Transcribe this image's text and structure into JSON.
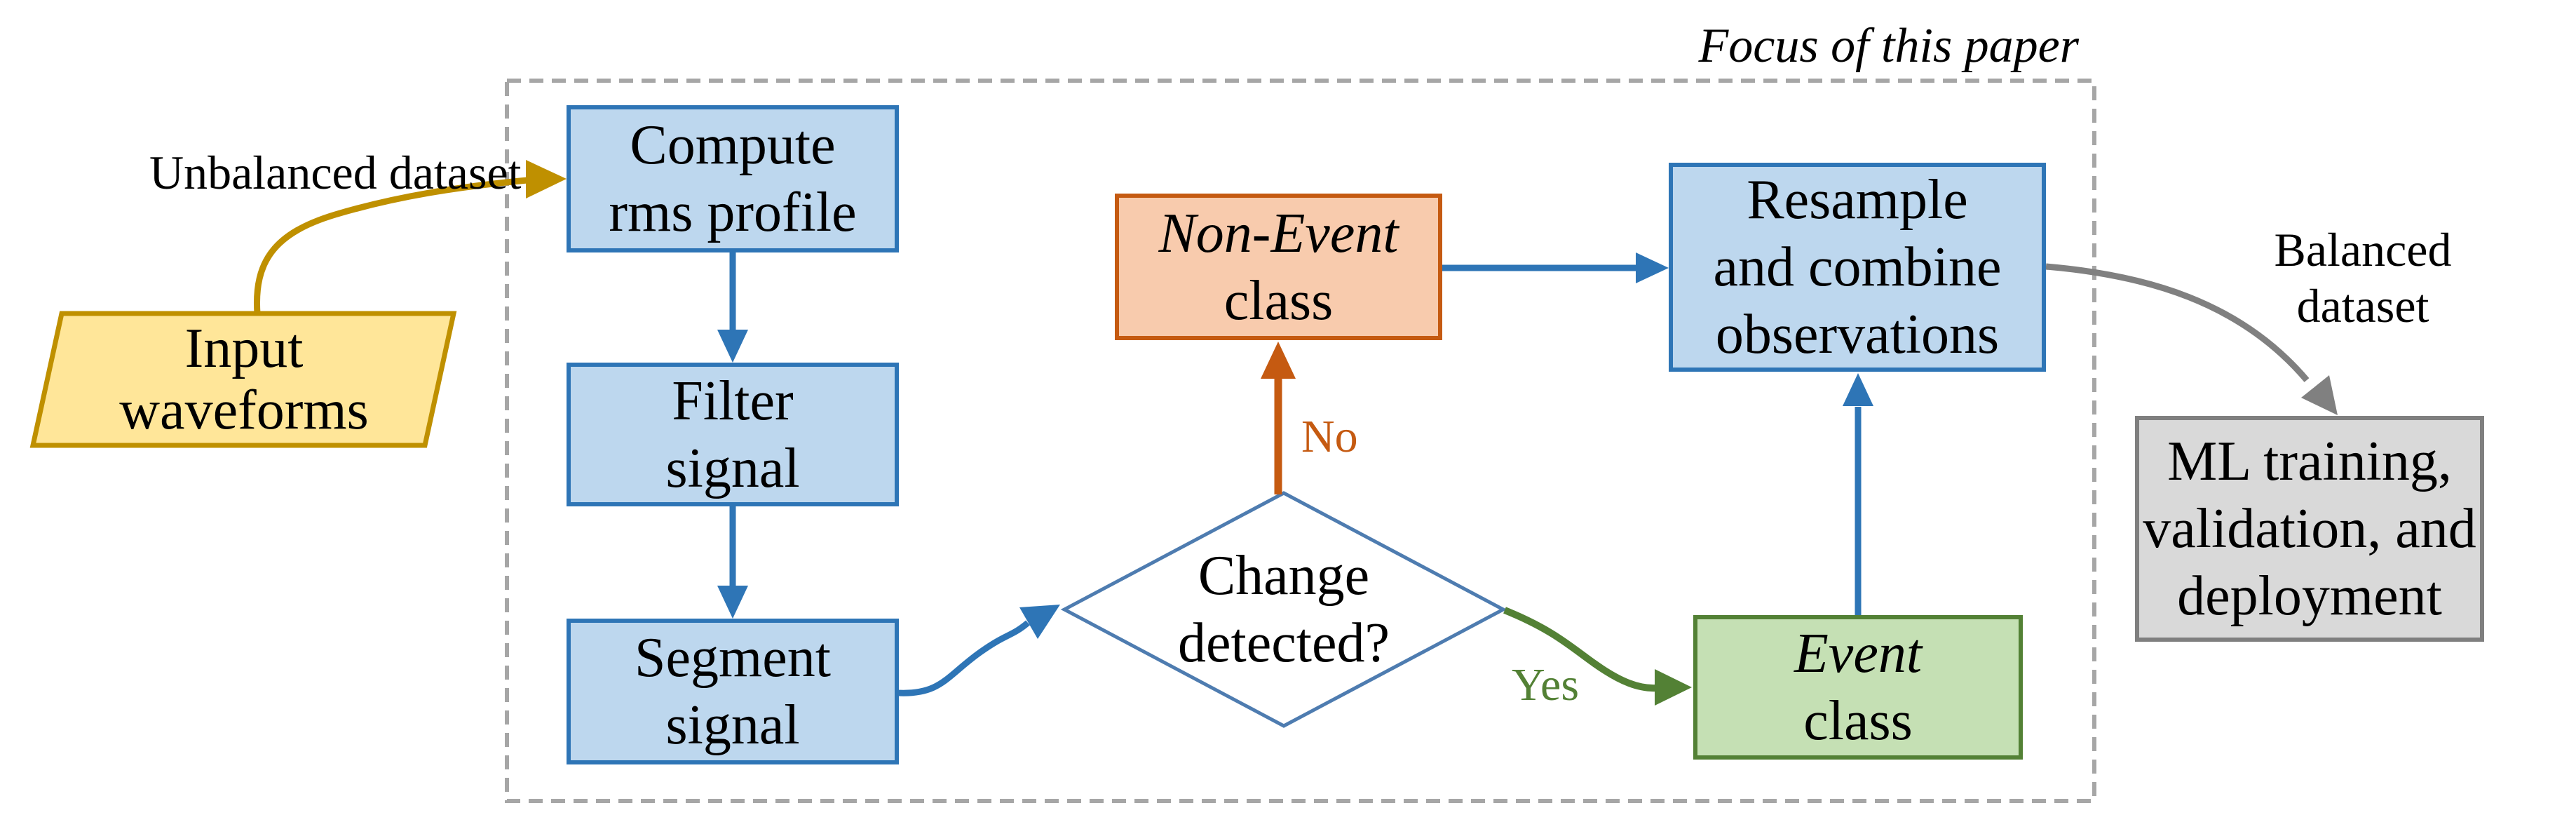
{
  "focus_label": "Focus of this paper",
  "nodes": {
    "input_waveforms": {
      "lines": [
        "Input",
        "waveforms"
      ]
    },
    "compute_rms": {
      "lines": [
        "Compute",
        "rms profile"
      ]
    },
    "filter_signal": {
      "lines": [
        "Filter",
        "signal"
      ]
    },
    "segment_signal": {
      "lines": [
        "Segment",
        "signal"
      ]
    },
    "change_detected": {
      "lines": [
        "Change",
        "detected?"
      ]
    },
    "non_event_class": {
      "emphasis": "Non-Event",
      "rest": "class"
    },
    "event_class": {
      "emphasis": "Event",
      "rest": "class"
    },
    "resample": {
      "lines": [
        "Resample",
        "and combine",
        "observations"
      ]
    },
    "ml_pipeline": {
      "lines": [
        "ML training,",
        "validation, and",
        "deployment"
      ]
    }
  },
  "edge_labels": {
    "unbalanced": {
      "lines": [
        "Unbalanced",
        "dataset"
      ]
    },
    "balanced": {
      "lines": [
        "Balanced",
        "dataset"
      ]
    },
    "no": "No",
    "yes": "Yes"
  },
  "palette": {
    "process_fill": "#BDD7EE",
    "process_border": "#2E75B6",
    "arrow_blue": "#2E75B6",
    "input_fill": "#FFE699",
    "input_border": "#BF9000",
    "arrow_gold": "#BF9000",
    "nonevent_fill": "#F8CBAD",
    "nonevent_border": "#C55A11",
    "arrow_orange": "#C55A11",
    "event_fill": "#C5E0B4",
    "event_border": "#538135",
    "arrow_green": "#538135",
    "ml_fill": "#D9D9D9",
    "ml_border": "#7F7F7F",
    "arrow_gray": "#808080",
    "dashed_border": "#A6A6A6",
    "diamond_border": "#4E7CB0",
    "text": "#000000"
  }
}
